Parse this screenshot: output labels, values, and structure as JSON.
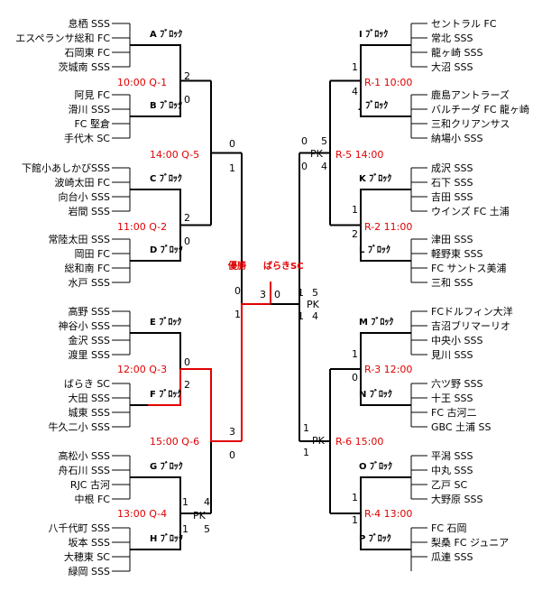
{
  "teams": {
    "left": [
      "息栖 SSS",
      "エスペランサ総和 FC",
      "石岡東 FC",
      "茨城南 SSS",
      "阿見 FC",
      "滑川 SSS",
      "FC 堅倉",
      "手代木 SC",
      "下館小あしかびSSS",
      "波崎太田 FC",
      "向台小 SSS",
      "岩間 SSS",
      "常陸太田 SSS",
      "岡田 FC",
      "総和南 FC",
      "水戸 SSS",
      "高野 SSS",
      "神谷小 SSS",
      "金沢 SSS",
      "渡里 SSS",
      "ばらき SC",
      "大田 SSS",
      "城東 SSS",
      "牛久二小 SSS",
      "高松小 SSS",
      "舟石川 SSS",
      "RJC 古河",
      "中根 FC",
      "八千代町 SSS",
      "坂本 SSS",
      "大穂東 SC",
      "緑岡 SSS"
    ],
    "right": [
      "セントラル FC",
      "常北 SSS",
      "龍ヶ崎 SSS",
      "大沼 SSS",
      "鹿島アントラーズ",
      "バルチーダ FC 龍ヶ崎",
      "三和クリアンサス",
      "納場小 SSS",
      "成沢 SSS",
      "石下 SSS",
      "吉田 SSS",
      "ウインズ FC 土浦",
      "津田 SSS",
      "軽野東 SSS",
      "FC サントス美浦",
      "三和 SSS",
      "FCドルフィン大洋",
      "吉沼ブリマーリオ",
      "中央小 SSS",
      "見川 SSS",
      "六ツ野 SSS",
      "十王 SSS",
      "FC 古河二",
      "GBC 土浦 SS",
      "平潟 SSS",
      "中丸 SSS",
      "乙戸 SC",
      "大野原 SSS",
      "FC 石岡",
      "梨桑 FC ジュニア",
      "瓜連 SSS"
    ]
  },
  "blocks": {
    "A": "A ﾌﾞﾛｯｸ",
    "B": "B ﾌﾞﾛｯｸ",
    "C": "C ﾌﾞﾛｯｸ",
    "D": "D ﾌﾞﾛｯｸ",
    "E": "E ﾌﾞﾛｯｸ",
    "F": "F ﾌﾞﾛｯｸ",
    "G": "G ﾌﾞﾛｯｸ",
    "H": "H ﾌﾞﾛｯｸ",
    "I": "I ﾌﾞﾛｯｸ",
    "J": "J ﾌﾞﾛｯｸ",
    "K": "K ﾌﾞﾛｯｸ",
    "L": "L ﾌﾞﾛｯｸ",
    "M": "M ﾌﾞﾛｯｸ",
    "N": "N ﾌﾞﾛｯｸ",
    "O": "O ﾌﾞﾛｯｸ",
    "P": "P ﾌﾞﾛｯｸ"
  },
  "matches": {
    "Q1": "10:00 Q-1",
    "Q2": "11:00 Q-2",
    "Q3": "12:00 Q-3",
    "Q4": "13:00 Q-4",
    "Q5": "14:00 Q-5",
    "Q6": "15:00 Q-6",
    "R1": "R-1 10:00",
    "R2": "R-2 11:00",
    "R3": "R-3 12:00",
    "R4": "R-4 13:00",
    "R5": "R-5 14:00",
    "R6": "R-6 15:00"
  },
  "scores": {
    "q1_top": "2",
    "q1_bot": "0",
    "q2_top": "2",
    "q2_bot": "0",
    "q3_top": "0",
    "q3_bot": "2",
    "q4_top": "1",
    "q4_top2": "4",
    "q4_bot": "1",
    "q4_bot2": "5",
    "q5_top": "0",
    "q5_bot": "1",
    "q6_top": "3",
    "q6_bot": "0",
    "sf_left_top": "0",
    "sf_left_bot": "1",
    "r1_top": "1",
    "r1_bot": "4",
    "r2_top": "1",
    "r2_bot": "2",
    "r3_top": "1",
    "r3_bot": "0",
    "r4_top": "1",
    "r4_bot": "1",
    "r5_top1": "0",
    "r5_top2": "5",
    "r5_bot1": "0",
    "r5_bot2": "4",
    "r6_top": "1",
    "r6_bot": "1",
    "final_left": "3",
    "final_right": "0",
    "sf_right_top1": "1",
    "sf_right_top2": "5",
    "sf_right_bot1": "1",
    "sf_right_bot2": "4"
  },
  "pk": "PK",
  "champion_label": "優勝",
  "champion_team": "ばらきSC",
  "colors": {
    "highlight": "#e00000",
    "line": "#000000"
  }
}
